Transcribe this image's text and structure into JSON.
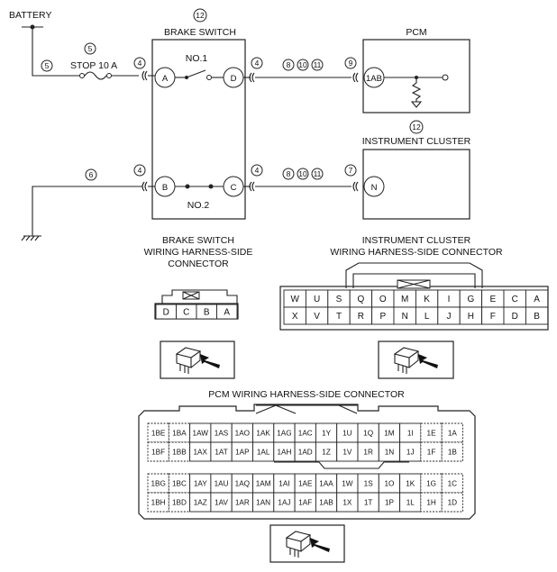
{
  "labels": {
    "battery": "BATTERY",
    "brake_switch": "BRAKE SWITCH",
    "pcm": "PCM",
    "instrument_cluster": "INSTRUMENT CLUSTER",
    "stop_fuse": "STOP 10 A",
    "no1": "NO.1",
    "no2": "NO.2",
    "bs_conn_1": "BRAKE SWITCH",
    "bs_conn_2": "WIRING HARNESS-SIDE",
    "bs_conn_3": "CONNECTOR",
    "ic_conn_1": "INSTRUMENT CLUSTER",
    "ic_conn_2": "WIRING HARNESS-SIDE CONNECTOR",
    "pcm_conn": "PCM WIRING HARNESS-SIDE CONNECTOR"
  },
  "terminals": {
    "a": "A",
    "b": "B",
    "c": "C",
    "d": "D",
    "pcm": "1AB",
    "ic": "N"
  },
  "circled": {
    "c12_bs": "12",
    "c5_a": "5",
    "c5_b": "5",
    "c4_a": "4",
    "c4_b": "4",
    "c4_c": "4",
    "c4_d": "4",
    "c8_top": "8",
    "c10_top": "10",
    "c11_top": "11",
    "c8_bot": "8",
    "c10_bot": "10",
    "c11_bot": "11",
    "c9": "9",
    "c12_ic": "12",
    "c6": "6",
    "c7": "7"
  },
  "bs_connector": [
    "D",
    "C",
    "B",
    "A"
  ],
  "ic_connector": {
    "top": [
      "W",
      "U",
      "S",
      "Q",
      "O",
      "M",
      "K",
      "I",
      "G",
      "E",
      "C",
      "A"
    ],
    "bottom": [
      "X",
      "V",
      "T",
      "R",
      "P",
      "N",
      "L",
      "J",
      "H",
      "F",
      "D",
      "B"
    ]
  },
  "pcm_connector": {
    "row1": [
      "1BE",
      "1BA",
      "1AW",
      "1AS",
      "1AO",
      "1AK",
      "1AG",
      "1AC",
      "1Y",
      "1U",
      "1Q",
      "1M",
      "1I",
      "1E",
      "1A"
    ],
    "row2": [
      "1BF",
      "1BB",
      "1AX",
      "1AT",
      "1AP",
      "1AL",
      "1AH",
      "1AD",
      "1Z",
      "1V",
      "1R",
      "1N",
      "1J",
      "1F",
      "1B"
    ],
    "row3": [
      "1BG",
      "1BC",
      "1AY",
      "1AU",
      "1AQ",
      "1AM",
      "1AI",
      "1AE",
      "1AA",
      "1W",
      "1S",
      "1O",
      "1K",
      "1G",
      "1C"
    ],
    "row4": [
      "1BH",
      "1BD",
      "1AZ",
      "1AV",
      "1AR",
      "1AN",
      "1AJ",
      "1AF",
      "1AB",
      "1X",
      "1T",
      "1P",
      "1L",
      "1H",
      "1D"
    ]
  }
}
